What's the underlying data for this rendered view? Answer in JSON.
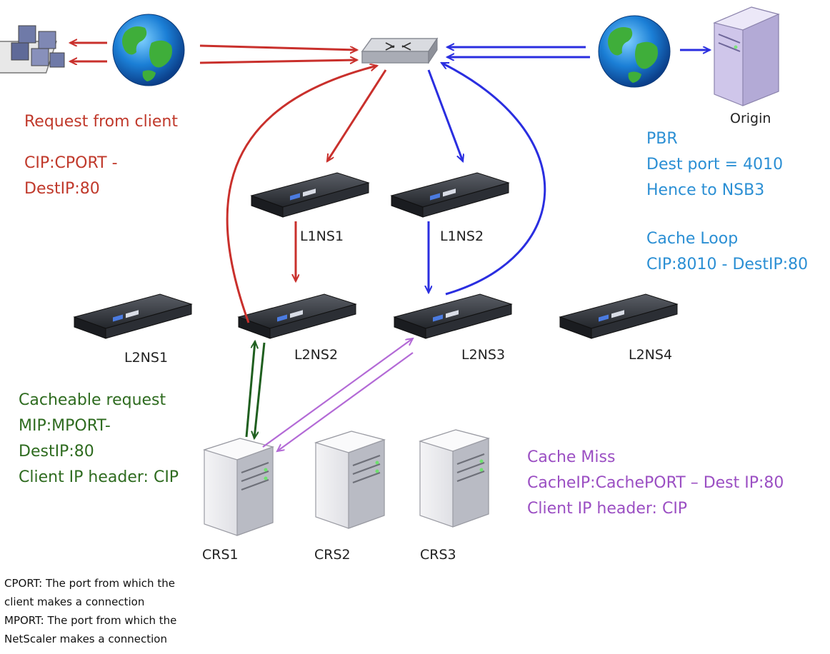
{
  "colors": {
    "red": "#c9302c",
    "blue": "#2a2ee0",
    "green": "#1f5f1f",
    "purple": "#b36ad6",
    "text_red": "#c0392b",
    "text_blue": "#2b8fd4",
    "text_green": "#2e6b1f",
    "text_purple": "#9b4fc3"
  },
  "icons": {
    "clients": "client-computers-icon",
    "globe": "globe-icon",
    "router": "router-icon",
    "server": "server-icon",
    "appliance": "netscaler-appliance-icon"
  },
  "devices": {
    "origin": "Origin",
    "l1ns1": "L1NS1",
    "l1ns2": "L1NS2",
    "l2ns1": "L2NS1",
    "l2ns2": "L2NS2",
    "l2ns3": "L2NS3",
    "l2ns4": "L2NS4",
    "crs1": "CRS1",
    "crs2": "CRS2",
    "crs3": "CRS3"
  },
  "annotations": {
    "request": {
      "title": "Request from client",
      "line1": "CIP:CPORT -",
      "line2": "DestIP:80"
    },
    "pbr": {
      "line1": "PBR",
      "line2": "Dest port = 4010",
      "line3": "Hence to NSB3"
    },
    "cache_loop": {
      "line1": "Cache Loop",
      "line2": "CIP:8010 - DestIP:80"
    },
    "cacheable": {
      "line1": "Cacheable request",
      "line2": "MIP:MPORT-",
      "line3": "DestIP:80",
      "line4": "Client IP header: CIP"
    },
    "cache_miss": {
      "line1": "Cache Miss",
      "line2": "CacheIP:CachePORT – Dest IP:80",
      "line3": "Client IP header: CIP"
    }
  },
  "footnote": {
    "line1": "CPORT: The port from which the",
    "line2": "client makes a connection",
    "line3": "MPORT: The port from which the",
    "line4": "NetScaler makes a connection"
  }
}
